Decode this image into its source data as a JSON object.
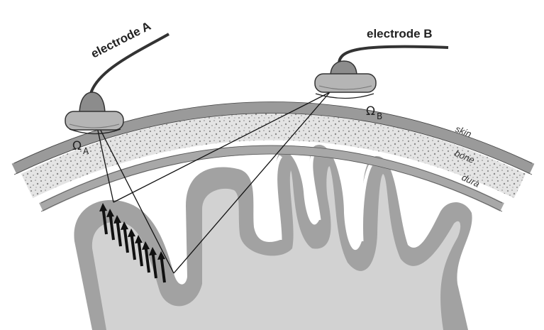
{
  "labels": {
    "electrode_a": "electrode A",
    "electrode_b": "electrode B",
    "skin": "skin",
    "bone": "bone",
    "dura": "dura",
    "omega": "Ω",
    "omega_a_sub": "A",
    "omega_b_sub": "B"
  },
  "colors": {
    "skin": "#9a9a9a",
    "bone": "#e4e4e4",
    "dura": "#a8a8a8",
    "gray_matter": "#a2a2a2",
    "white_matter": "#d2d2d2",
    "electrode": "#8c8c8c",
    "lines": "#111111"
  },
  "icons": [
    "electrode-icon",
    "dipole-arrow-icon",
    "omega-angle-icon"
  ]
}
